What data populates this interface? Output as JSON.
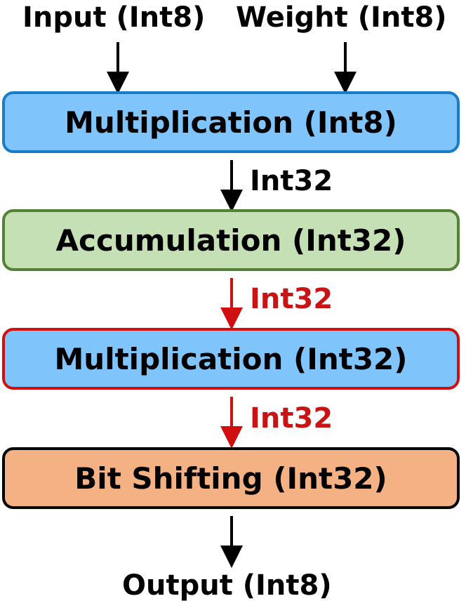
{
  "labels": {
    "input": "Input (Int8)",
    "weight": "Weight (Int8)",
    "output": "Output (Int8)"
  },
  "boxes": {
    "mult1": "Multiplication (Int8)",
    "accum": "Accumulation (Int32)",
    "mult2": "Multiplication (Int32)",
    "shift": "Bit Shifting (Int32)"
  },
  "edges": {
    "e1": "Int32",
    "e2": "Int32",
    "e3": "Int32"
  },
  "colors": {
    "blue_fill": "#7fc4fb",
    "blue_border": "#1a7cc4",
    "green_fill": "#c5e0b4",
    "green_border": "#548235",
    "red_border": "#d01010",
    "orange_fill": "#f4b183",
    "black": "#000000",
    "red_text": "#c81414"
  }
}
